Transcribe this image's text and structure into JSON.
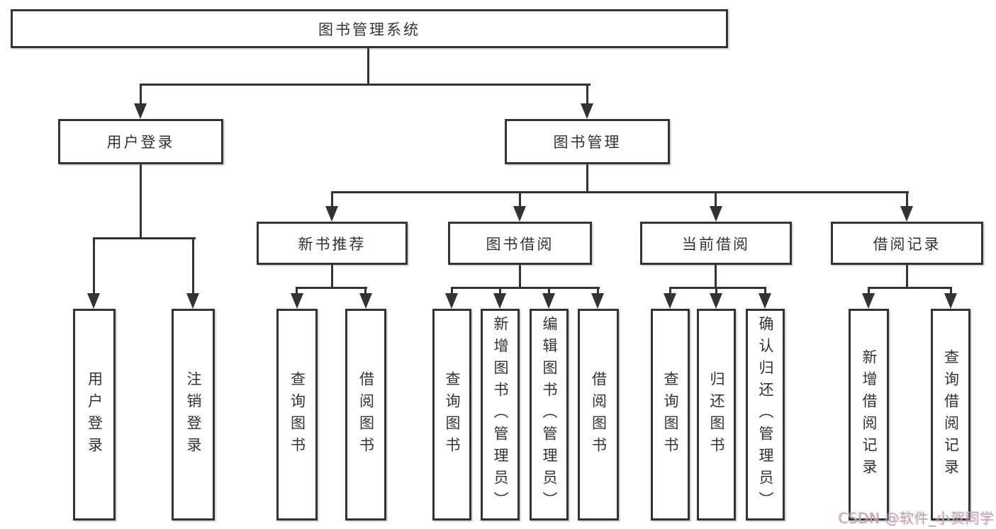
{
  "diagram": {
    "nodes": {
      "root": {
        "label": "图书管理系统"
      },
      "user_login": {
        "label": "用户登录"
      },
      "book_mgmt": {
        "label": "图书管理"
      },
      "new_book_rec": {
        "label": "新书推荐"
      },
      "book_borrow": {
        "label": "图书借阅"
      },
      "current_borrow": {
        "label": "当前借阅"
      },
      "borrow_record": {
        "label": "借阅记录"
      },
      "login": {
        "label": "用户登录"
      },
      "logout": {
        "label": "注销登录"
      },
      "rec_query": {
        "label": "查询图书"
      },
      "rec_borrow": {
        "label": "借阅图书"
      },
      "bb_query": {
        "label": "查询图书"
      },
      "bb_add": {
        "label": "新增图书（管理员）"
      },
      "bb_edit": {
        "label": "编辑图书（管理员）"
      },
      "bb_borrow": {
        "label": "借阅图书"
      },
      "cb_query": {
        "label": "查询图书"
      },
      "cb_return": {
        "label": "归还图书"
      },
      "cb_confirm": {
        "label": "确认归还（管理员）"
      },
      "br_add": {
        "label": "新增借阅记录"
      },
      "br_query": {
        "label": "查询借阅记录"
      }
    },
    "hierarchy": [
      {
        "parent": "图书管理系统",
        "children": [
          "用户登录",
          "图书管理"
        ]
      },
      {
        "parent": "用户登录",
        "children": [
          "用户登录",
          "注销登录"
        ]
      },
      {
        "parent": "图书管理",
        "children": [
          "新书推荐",
          "图书借阅",
          "当前借阅",
          "借阅记录"
        ]
      },
      {
        "parent": "新书推荐",
        "children": [
          "查询图书",
          "借阅图书"
        ]
      },
      {
        "parent": "图书借阅",
        "children": [
          "查询图书",
          "新增图书（管理员）",
          "编辑图书（管理员）",
          "借阅图书"
        ]
      },
      {
        "parent": "当前借阅",
        "children": [
          "查询图书",
          "归还图书",
          "确认归还（管理员）"
        ]
      },
      {
        "parent": "借阅记录",
        "children": [
          "新增借阅记录",
          "查询借阅记录"
        ]
      }
    ]
  },
  "watermark": {
    "text": "CSDN @软件_小贺同学"
  },
  "colors": {
    "line": "#333333",
    "node_border": "#333333",
    "node_background": "#ffffff",
    "text": "#333333",
    "page_background": "#ffffff",
    "watermark_gray": "#aaaab2",
    "watermark_pink": "#f3a8be"
  }
}
